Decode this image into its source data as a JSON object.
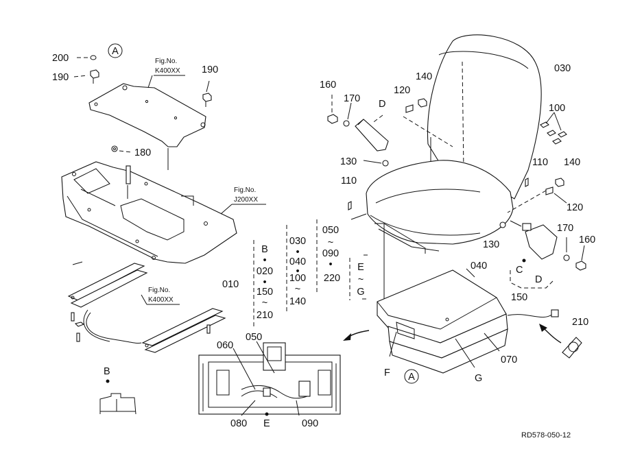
{
  "labels": {
    "l200": "200",
    "l190a": "190",
    "l190b": "190",
    "l180": "180",
    "l160a": "160",
    "l170a": "170",
    "l120a": "120",
    "l140a": "140",
    "l030": "030",
    "l100": "100",
    "l110a": "110",
    "l140b": "140",
    "l130a": "130",
    "l110b": "110",
    "l120b": "120",
    "l170b": "170",
    "l160b": "160",
    "l130b": "130",
    "l040": "040",
    "l150": "150",
    "l010": "010",
    "l210": "210",
    "l070": "070",
    "l060": "060",
    "l050": "050",
    "l080": "080",
    "l090": "090",
    "D1": "D",
    "C1": "C",
    "D2": "D",
    "F1": "F",
    "G1": "G",
    "E1": "E",
    "B1": "B",
    "circA1": "A",
    "circA2": "A"
  },
  "fig_refs": {
    "r1_title": "Fig.No.",
    "r1_code": "K400XX",
    "r2_title": "Fig.No.",
    "r2_code": "J200XX",
    "r3_title": "Fig.No.",
    "r3_code": "K400XX"
  },
  "variants": {
    "col1": [
      "B",
      "•",
      "020",
      "•",
      "150",
      "~",
      "210"
    ],
    "col2": [
      "030",
      "•",
      "040",
      "•",
      "100",
      "~",
      "140"
    ],
    "col3": [
      "050",
      "~",
      "090",
      "•",
      "220"
    ],
    "col4": [
      "E",
      "~",
      "G"
    ]
  },
  "drawing_id": "RD578-050-12"
}
